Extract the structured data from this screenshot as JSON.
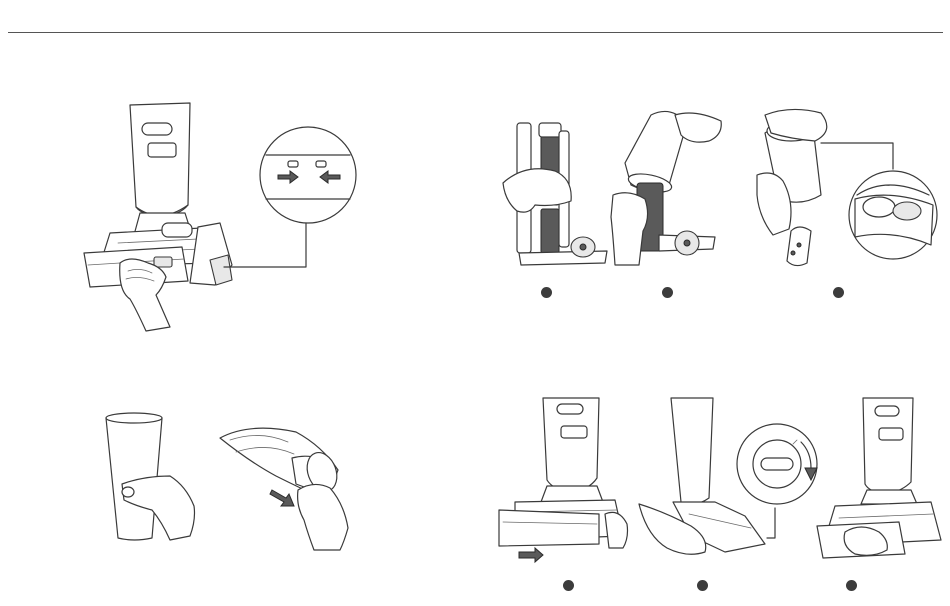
{
  "page": {
    "divider_color": "#555555",
    "ink_color": "#3a3a3a",
    "step_dot_color": "#3c3c3c"
  },
  "panels": [
    {
      "id": "remove-tray",
      "icons": [
        "vacuum-upright-icon",
        "water-tray-icon",
        "hand-icon",
        "unlock-arrows-icon"
      ]
    },
    {
      "id": "rinse-cup",
      "icons": [
        "filter-cup-icon",
        "hand-icon",
        "pull-arrow-icon"
      ]
    },
    {
      "id": "filter-steps",
      "steps": 3,
      "icons": [
        "filter-stack-icon",
        "canister-icon",
        "brush-disc-icon",
        "tank-lid-icon"
      ]
    },
    {
      "id": "reinstall-steps",
      "steps": 3,
      "icons": [
        "vacuum-upright-icon",
        "insert-arrow-icon",
        "rotate-lock-icon",
        "water-tray-icon"
      ]
    }
  ]
}
